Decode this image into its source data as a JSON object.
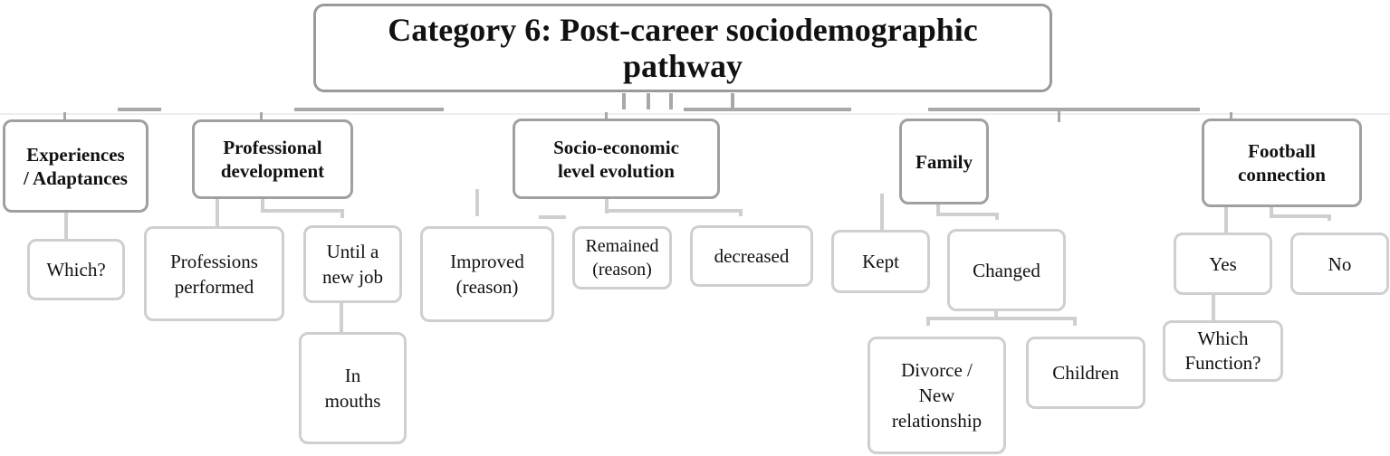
{
  "diagram": {
    "root": {
      "label": "Category 6: Post-career sociodemographic\npathway"
    },
    "categories": [
      {
        "label": "Experiences\n/ Adaptances",
        "children": [
          {
            "label": "Which?"
          }
        ]
      },
      {
        "label": "Professional\ndevelopment",
        "children": [
          {
            "label": "Professions\nperformed"
          },
          {
            "label": "Until a\nnew job",
            "children": [
              {
                "label": "In\nmouths"
              }
            ]
          }
        ]
      },
      {
        "label": "Socio-economic\nlevel evolution",
        "children": [
          {
            "label": "Improved\n(reason)"
          },
          {
            "label": "Remained\n(reason)"
          },
          {
            "label": "decreased"
          }
        ]
      },
      {
        "label": "Family",
        "children": [
          {
            "label": "Kept"
          },
          {
            "label": "Changed",
            "children": [
              {
                "label": "Divorce /\nNew\nrelationship"
              },
              {
                "label": "Children"
              }
            ]
          }
        ]
      },
      {
        "label": "Football\nconnection",
        "children": [
          {
            "label": "Yes",
            "children": [
              {
                "label": "Which\nFunction?"
              }
            ]
          },
          {
            "label": "No"
          }
        ]
      }
    ]
  },
  "colors": {
    "root_border": "#9a9a9a",
    "category_border": "#a0a0a0",
    "leaf_border": "#cfcfcf",
    "connector": "#a8a8a8"
  }
}
